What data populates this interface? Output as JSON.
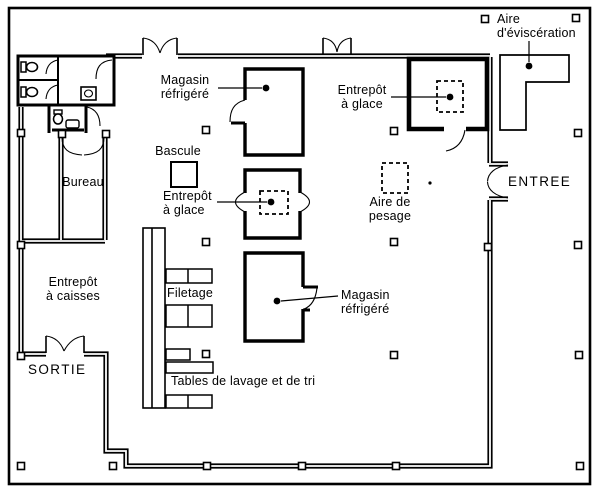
{
  "diagram": {
    "type": "floor-plan",
    "colors": {
      "ink": "#000000",
      "paper": "#ffffff"
    },
    "labels": {
      "magasin_refrigere_top": {
        "line1": "Magasin",
        "line2": "réfrigéré"
      },
      "bascule": {
        "line1": "Bascule"
      },
      "entrepot_a_glace_center": {
        "line1": "Entrepôt",
        "line2": "à glace"
      },
      "entrepot_a_glace_right": {
        "line1": "Entrepôt",
        "line2": "à glace"
      },
      "aire_evisceration": {
        "line1": "Aire",
        "line2": "d'éviscération"
      },
      "entree": {
        "line1": "ENTREE"
      },
      "aire_de_pesage": {
        "line1": "Aire de",
        "line2": "pesage"
      },
      "bureau": {
        "line1": "Bureau"
      },
      "entrepot_a_caisses": {
        "line1": "Entrepôt",
        "line2": "à caisses"
      },
      "sortie": {
        "line1": "SORTIE"
      },
      "filetage": {
        "line1": "Filetage"
      },
      "tables_lavage": {
        "line1": "Tables de lavage et de tri"
      },
      "magasin_refrigere_bottom": {
        "line1": "Magasin",
        "line2": "réfrigéré"
      }
    }
  }
}
